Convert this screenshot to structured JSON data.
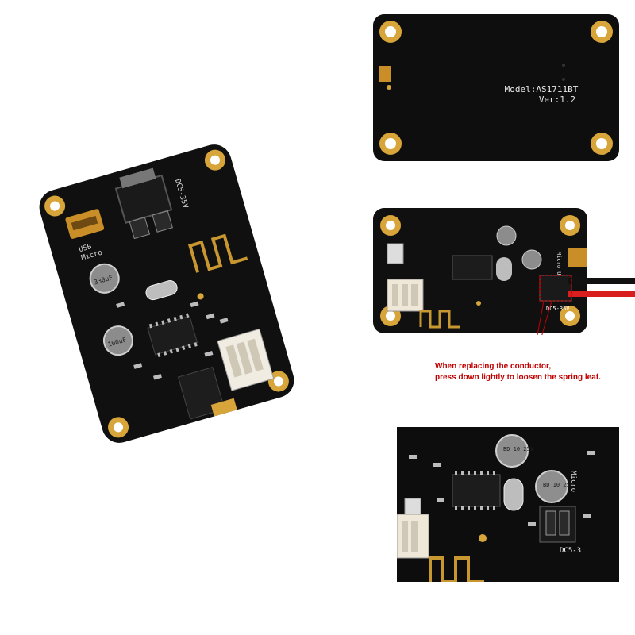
{
  "main_board": {
    "usb_label_line1": "USB",
    "usb_label_line2": "Micro",
    "dc_label": "DC5-35V",
    "cap1_label": "330uF",
    "cap2_label": "100uF"
  },
  "back_board": {
    "model_line": "Model:AS1711BT",
    "version_line": "Ver:1.2"
  },
  "middle_board": {
    "dc_label": "DC5-35V",
    "usb_label": "Micro USB"
  },
  "annotation": {
    "line1": "When replacing the conductor,",
    "line2": "press down lightly to loosen the spring leaf."
  },
  "detail_board": {
    "cap_label_1": "BD 10 25V",
    "cap_label_2": "BD 10 25V",
    "usb_label": "Micro",
    "dc_label": "DC5-3"
  },
  "colors": {
    "pcb": "#111111",
    "gold": "#d8a53a",
    "trace": "#c9972f",
    "wire_red": "#d81e1e",
    "wire_black": "#111111",
    "annotation": "#c00000"
  }
}
